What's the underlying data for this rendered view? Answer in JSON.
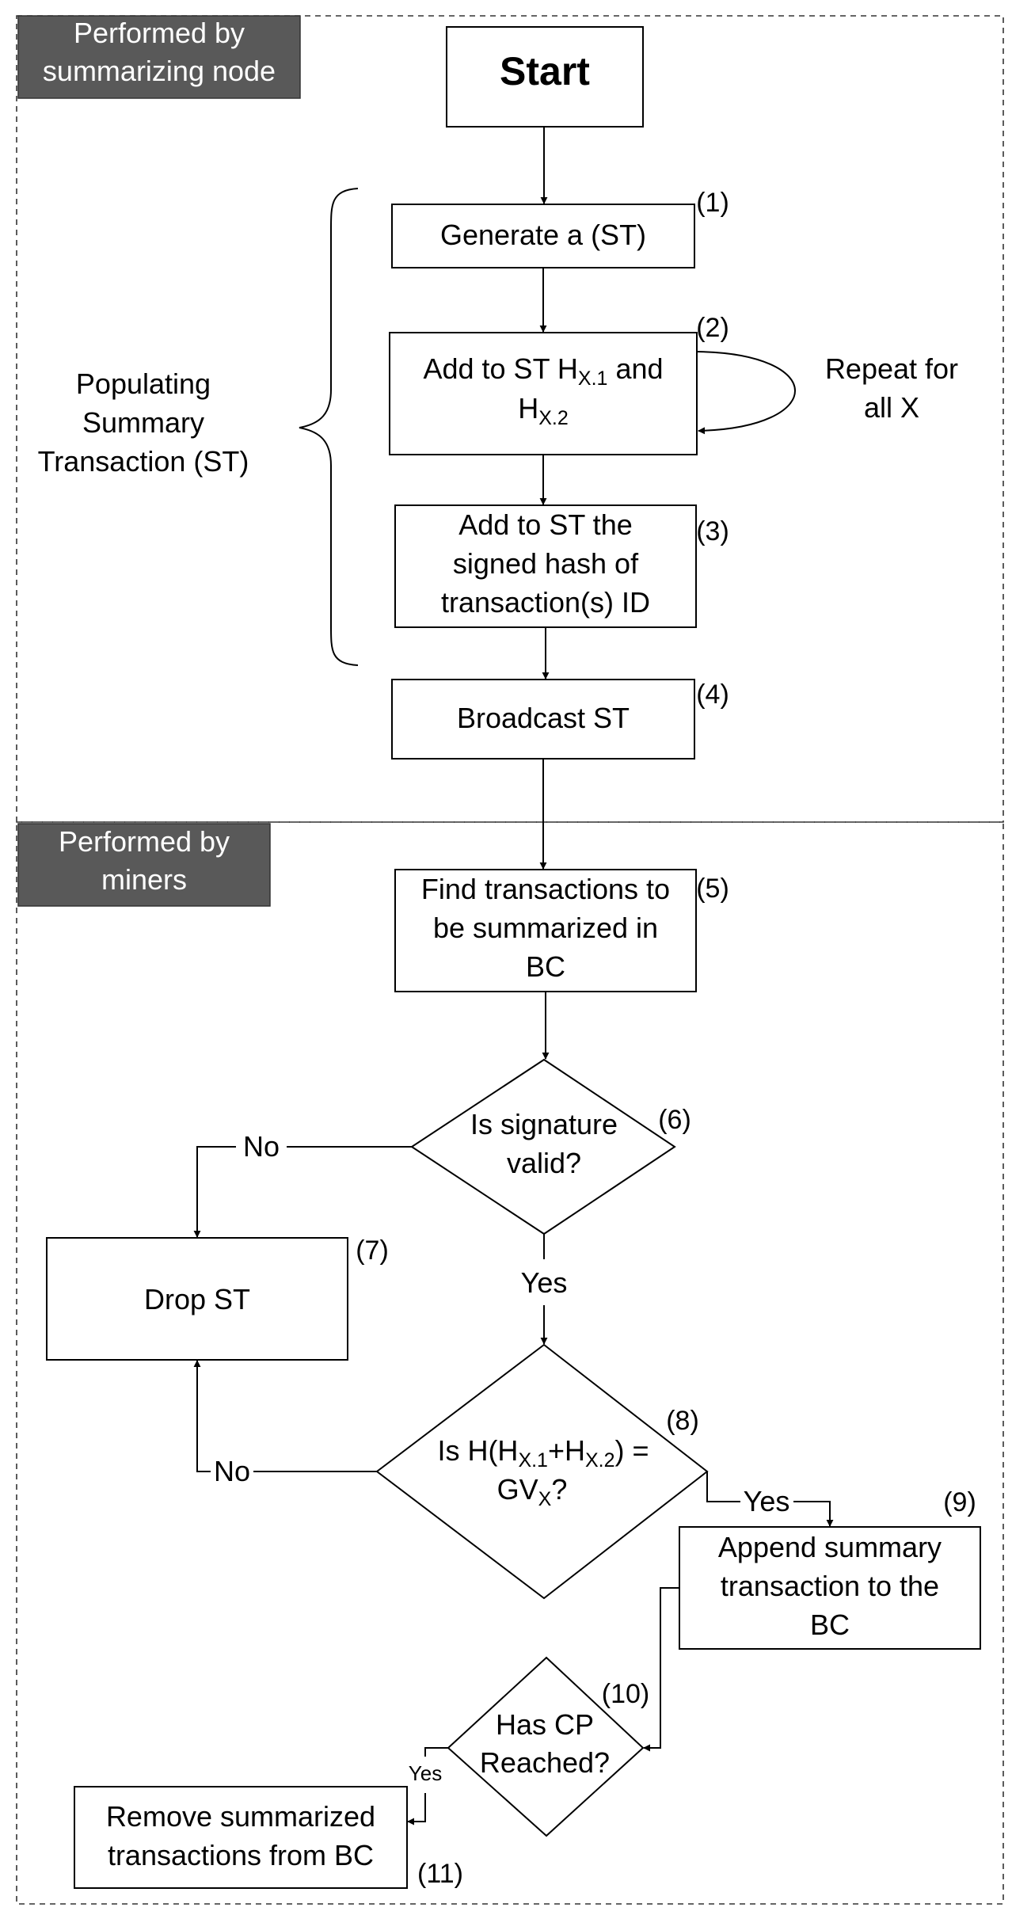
{
  "section_labels": {
    "summarizing": [
      "Performed by",
      "summarizing node"
    ],
    "miners": [
      "Performed by",
      "miners"
    ]
  },
  "colors": {
    "section_header_fill": "#595959",
    "section_header_text": "#ffffff",
    "stroke": "#000000"
  },
  "brace_label": [
    "Populating",
    "Summary",
    "Transaction (ST)"
  ],
  "loop_label": [
    "Repeat for",
    "all X"
  ],
  "nodes": {
    "start": "Start",
    "generate": "Generate a  (ST)",
    "add_hashes": {
      "line1_pre": "Add to ST  H",
      "sub1": "X.1",
      "line1_post": " and",
      "line2_pre": "H",
      "sub2": "X.2"
    },
    "add_signed": [
      "Add to ST the",
      "signed hash of",
      "transaction(s) ID"
    ],
    "broadcast": "Broadcast ST",
    "find": [
      "Find transactions to",
      "be summarized in",
      "BC"
    ],
    "sig_valid": [
      "Is signature",
      "valid?"
    ],
    "drop": "Drop ST",
    "hash_check": {
      "p1": "Is H(H",
      "s1": "X.1",
      "p2": "+H",
      "s2": "X.2",
      "p3": ") =",
      "p4": "GV",
      "s3": "X",
      "p5": "?"
    },
    "append": [
      "Append summary",
      "transaction to the",
      "BC"
    ],
    "cp_reached": [
      "Has CP",
      "Reached?"
    ],
    "remove": [
      "Remove summarized",
      "transactions from BC"
    ]
  },
  "step_numbers": [
    "(1)",
    "(2)",
    "(3)",
    "(4)",
    "(5)",
    "(6)",
    "(7)",
    "(8)",
    "(9)",
    "(10)",
    "(11)"
  ],
  "edge_labels": {
    "sig_no": "No",
    "sig_yes": "Yes",
    "hash_no": "No",
    "hash_yes": "Yes",
    "cp_yes": "Yes"
  }
}
